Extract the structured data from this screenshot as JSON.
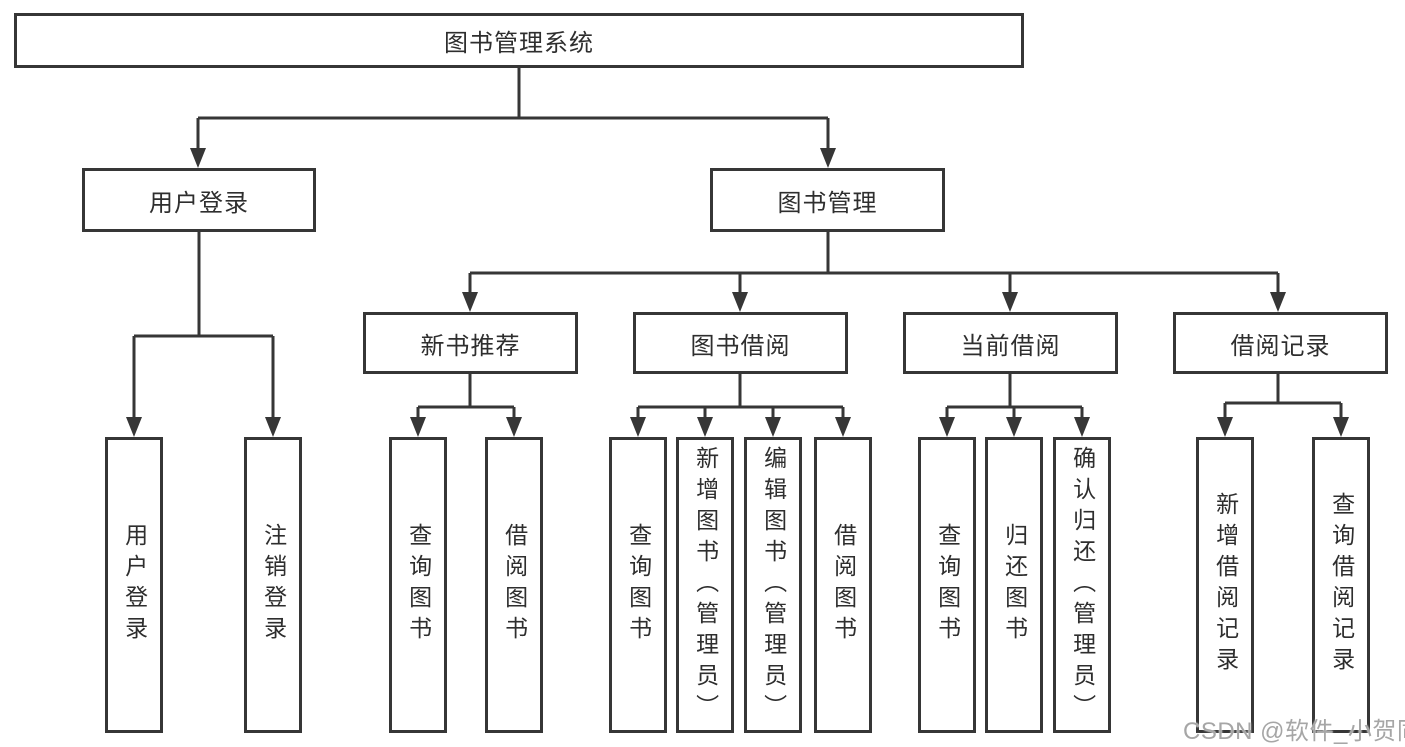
{
  "diagram_title": "图书管理系统",
  "colors": {
    "line": "#363636",
    "text": "#2e2e2e",
    "background": "#ffffff",
    "watermark": "#a6a6a6"
  },
  "nodes": {
    "root": "图书管理系统",
    "user_login": "用户登录",
    "book_mgmt": "图书管理",
    "new_book_rec": "新书推荐",
    "book_borrow": "图书借阅",
    "current_borrow": "当前借阅",
    "borrow_record": "借阅记录",
    "leaf_user_login": "用户登录",
    "leaf_logout": "注销登录",
    "leaf_query_book_rec": "查询图书",
    "leaf_borrow_book_rec": "借阅图书",
    "leaf_query_book_borrow": "查询图书",
    "leaf_add_book": "新增图书（管理员）",
    "leaf_edit_book": "编辑图书（管理员）",
    "leaf_borrow_book": "借阅图书",
    "leaf_query_book_current": "查询图书",
    "leaf_return_book": "归还图书",
    "leaf_confirm_return": "确认归还（管理员）",
    "leaf_add_record": "新增借阅记录",
    "leaf_query_record": "查询借阅记录"
  },
  "watermark": "CSDN @软件_小贺同学"
}
